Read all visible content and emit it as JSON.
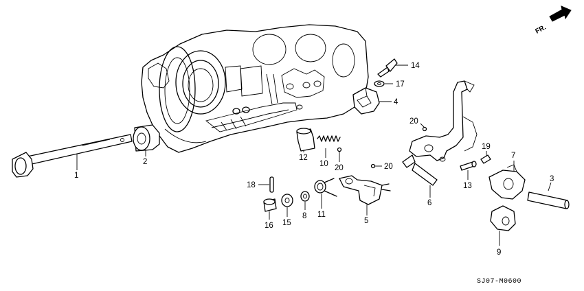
{
  "direction_label": "FR.",
  "diagram_code": "SJ07-M0600",
  "callouts": [
    "1",
    "2",
    "3",
    "4",
    "5",
    "6",
    "7",
    "8",
    "9",
    "10",
    "11",
    "12",
    "13",
    "14",
    "15",
    "16",
    "17",
    "18",
    "19",
    "20",
    "20",
    "20"
  ]
}
